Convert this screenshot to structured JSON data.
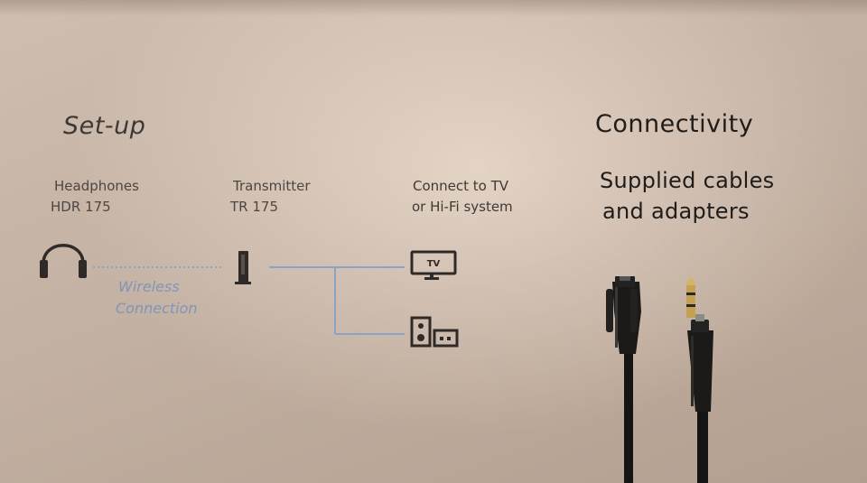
{
  "setup": {
    "title": "Set-up",
    "headphones": {
      "name": "Headphones",
      "model": "HDR 175"
    },
    "transmitter": {
      "name": "Transmitter",
      "model": "TR 175"
    },
    "connect": {
      "line1": "Connect to TV",
      "line2": "or Hi-Fi system"
    },
    "wireless": {
      "line1": "Wireless",
      "line2": "Connection"
    },
    "tv_icon_label": "TV"
  },
  "connectivity": {
    "title": "Connectivity",
    "line1": "Supplied cables",
    "line2": "and adapters"
  },
  "colors": {
    "background": "#c3b1a3",
    "text": "#4a4440",
    "wireless_blue": "#7f96b8",
    "line_blue": "#8aa3c6",
    "icon_dark": "#2f2a27"
  },
  "icons": [
    "headphones-icon",
    "transmitter-icon",
    "tv-icon",
    "hifi-speaker-icon",
    "optical-cable",
    "audio-jack-cable"
  ]
}
